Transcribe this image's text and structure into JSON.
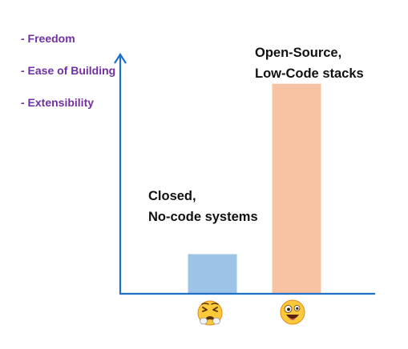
{
  "criteria": [
    "- Freedom",
    "- Ease of Building",
    "- Extensibility"
  ],
  "chart_data": {
    "type": "bar",
    "categories": [
      "Closed, No-code systems",
      "Open-Source, Low-Code stacks"
    ],
    "values": [
      1,
      5.3
    ],
    "series": [
      {
        "values": [
          1,
          5.3
        ],
        "colors": [
          "#9dc3e6",
          "#f8c3a2"
        ]
      }
    ],
    "bar_labels": [
      [
        "Closed,",
        "No-code systems"
      ],
      [
        "Open-Source,",
        "Low-Code stacks"
      ]
    ],
    "x_icons": [
      "groaning-face-icon",
      "grinning-face-icon"
    ],
    "ylim": [
      0,
      6
    ],
    "axis_color": "#1e6fc8",
    "grid": false
  }
}
